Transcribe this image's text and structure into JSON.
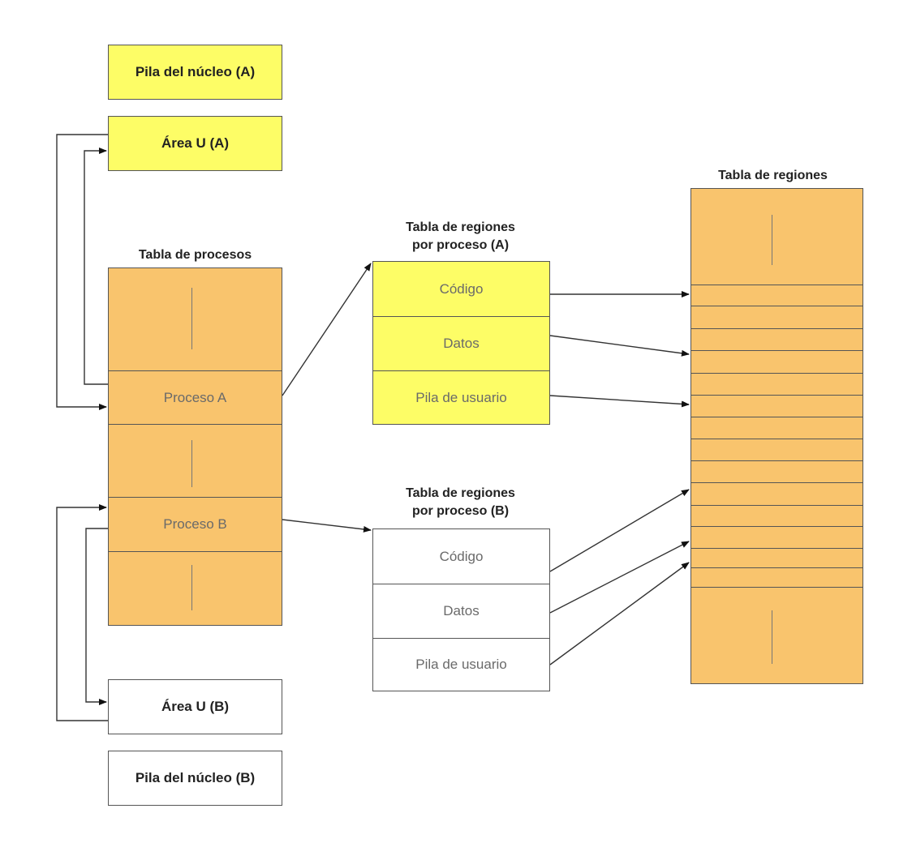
{
  "kernel_stack_a": "Pila del núcleo (A)",
  "u_area_a": "Área U (A)",
  "process_table": {
    "title": "Tabla de procesos",
    "process_a": "Proceso A",
    "process_b": "Proceso B"
  },
  "u_area_b": "Área U (B)",
  "kernel_stack_b": "Pila del núcleo (B)",
  "region_table_a": {
    "title_line1": "Tabla de regiones",
    "title_line2": "por proceso (A)",
    "rows": [
      "Código",
      "Datos",
      "Pila de usuario"
    ]
  },
  "region_table_b": {
    "title_line1": "Tabla de regiones",
    "title_line2": "por proceso (B)",
    "rows": [
      "Código",
      "Datos",
      "Pila de usuario"
    ]
  },
  "region_table": {
    "title": "Tabla de regiones"
  },
  "colors": {
    "yellow": "#fdfd66",
    "orange": "#f9c46d",
    "white": "#ffffff"
  }
}
